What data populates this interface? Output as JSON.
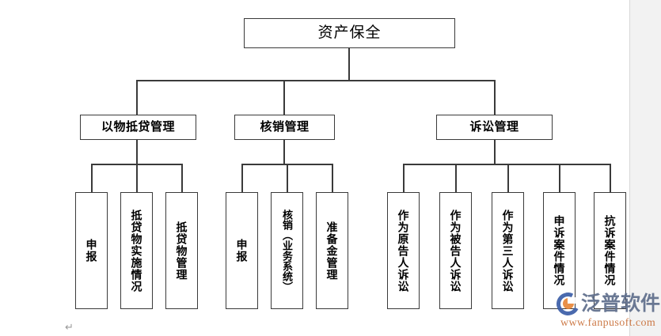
{
  "document": {
    "type": "org-chart",
    "background_color": "#ffffff",
    "canvas_color": "#f2f2f2",
    "line_color": "#3a3a3a",
    "paragraph_mark": "↵"
  },
  "chart": {
    "root": {
      "label": "资产保全"
    },
    "groups": [
      {
        "label": "以物抵贷管理",
        "children": [
          {
            "label": "申报"
          },
          {
            "label": "抵贷物实施情况"
          },
          {
            "label": "抵贷物管理"
          }
        ]
      },
      {
        "label": "核销管理",
        "children": [
          {
            "label": "申报"
          },
          {
            "label": "核销（业务系统）"
          },
          {
            "label": "准备金管理"
          }
        ]
      },
      {
        "label": "诉讼管理",
        "children": [
          {
            "label": "作为原告人诉讼"
          },
          {
            "label": "作为被告人诉讼"
          },
          {
            "label": "作为第三人诉讼"
          },
          {
            "label": "申诉案件情况"
          },
          {
            "label": "抗诉案件情况"
          }
        ]
      }
    ]
  },
  "watermark": {
    "brand": "泛普软件",
    "url": "www.fanpusoft.com",
    "brand_color": "#5f6e8c",
    "url_color": "#c9703a",
    "mark_blue": "#3b5ea8",
    "mark_orange": "#e8873a"
  }
}
